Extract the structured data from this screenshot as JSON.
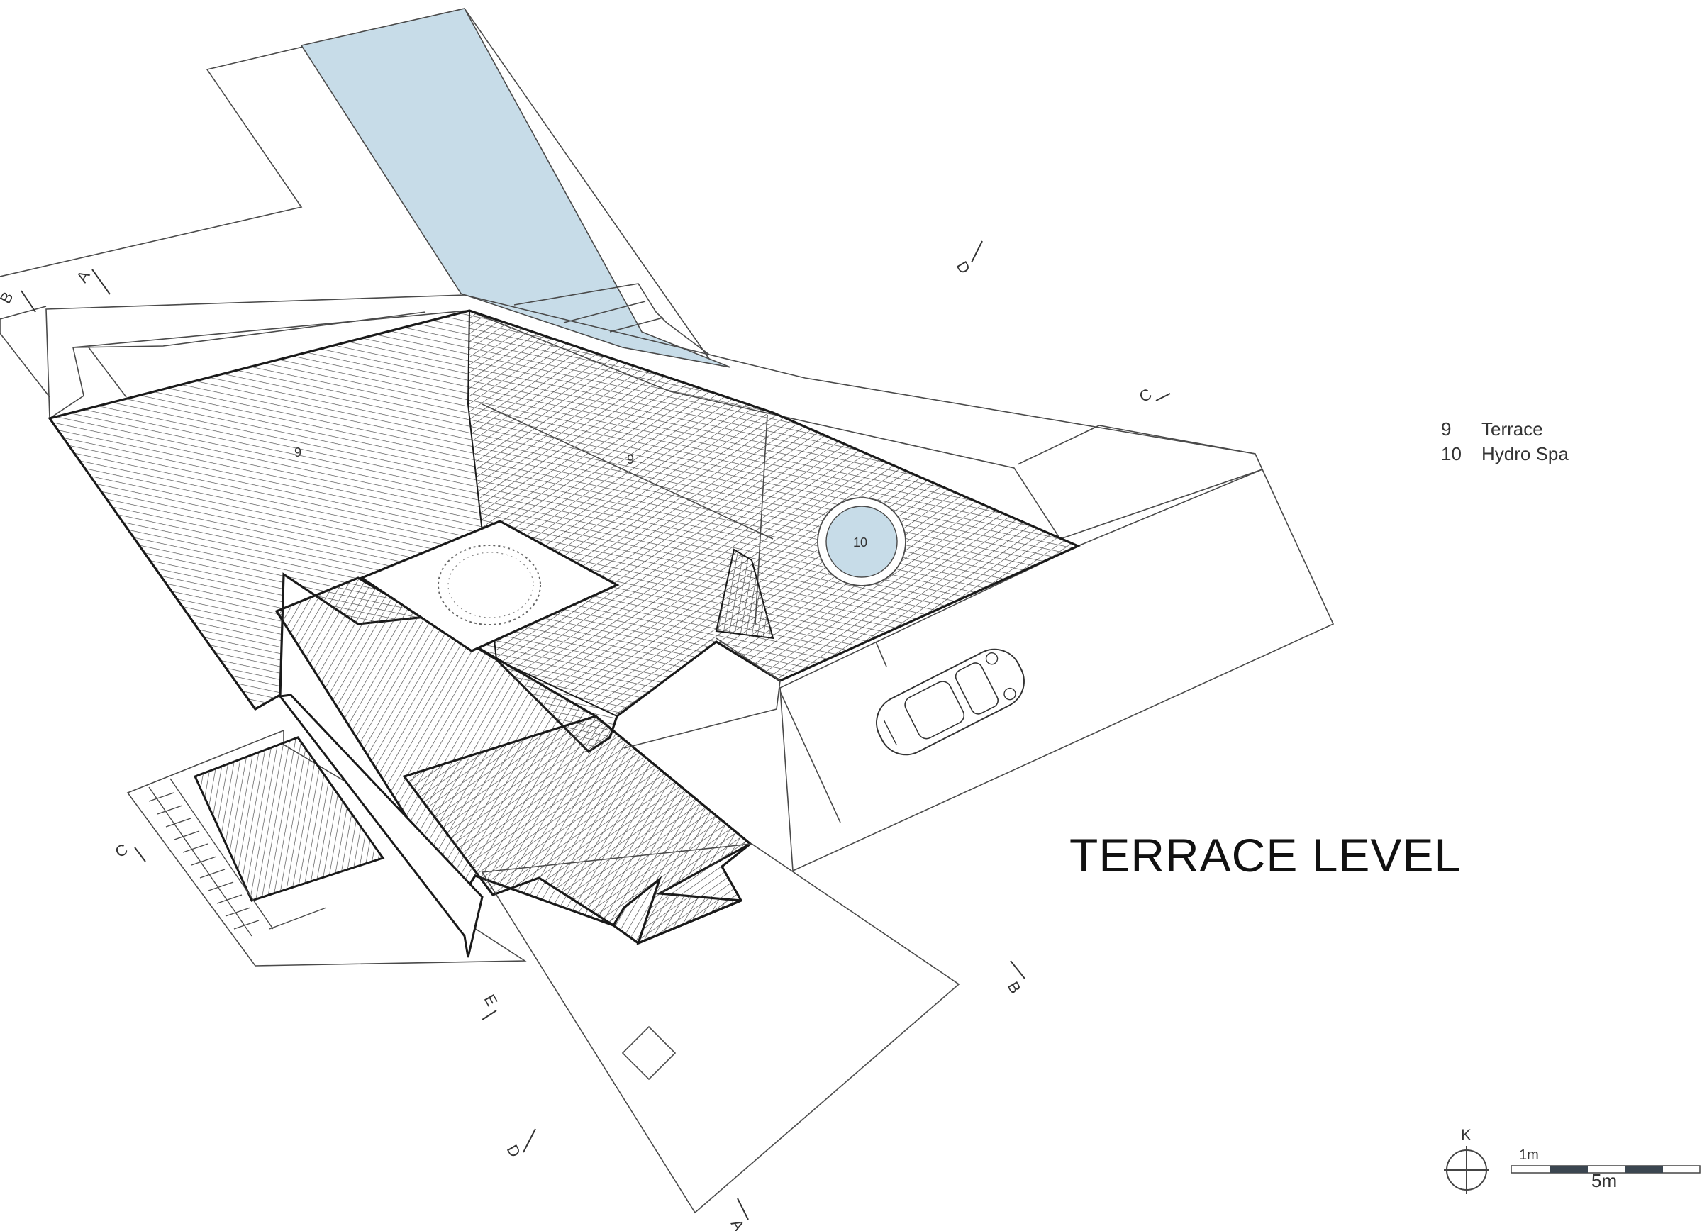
{
  "drawing": {
    "title": "TERRACE LEVEL",
    "room_labels": [
      "9",
      "9",
      "10"
    ],
    "section_markers": [
      "A",
      "B",
      "D",
      "C",
      "C",
      "E",
      "B",
      "D",
      "A"
    ]
  },
  "legend": [
    {
      "num": "9",
      "label": "Terrace"
    },
    {
      "num": "10",
      "label": "Hydro Spa"
    }
  ],
  "north_arrow": {
    "label": "K"
  },
  "scale_bar": {
    "small_label": "1m",
    "large_label": "5m"
  },
  "colors": {
    "water": "#c7dce8",
    "line": "#4a4a4a",
    "wall": "#1a1a1a"
  }
}
